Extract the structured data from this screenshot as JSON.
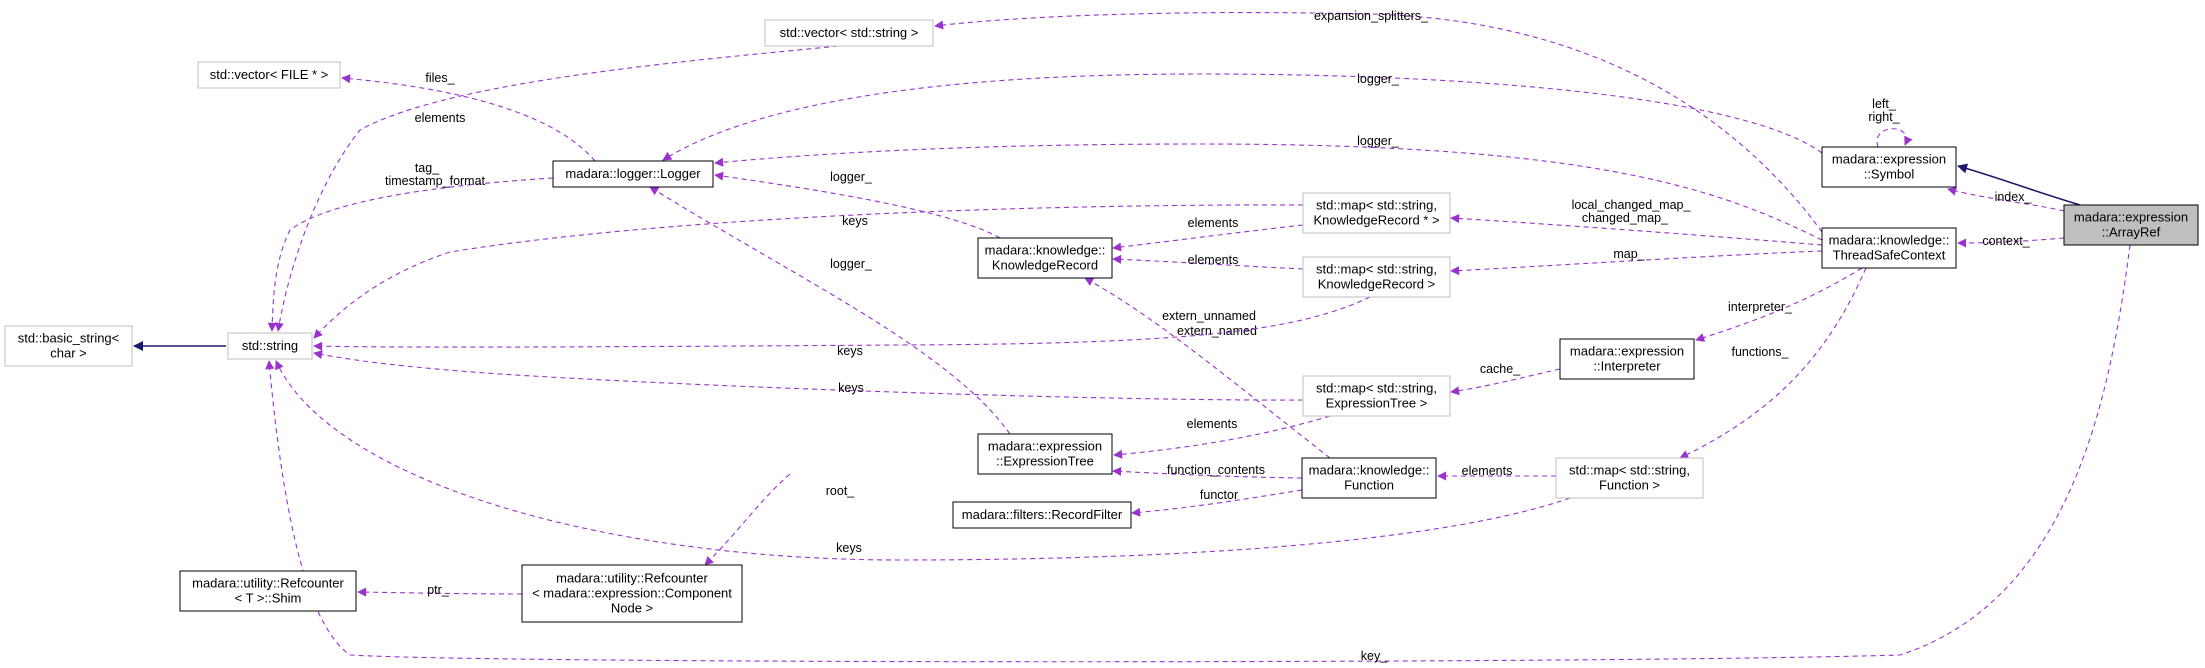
{
  "colors": {
    "inherit": "#191970",
    "usage": "#9a32cd",
    "border_dark": "#000000",
    "border_light": "#bfbfbf",
    "focus_fill": "#bfbfbf",
    "background": "#ffffff"
  },
  "nodes": [
    {
      "id": "arrayref",
      "lines": [
        "madara::expression",
        "::ArrayRef"
      ],
      "style": "focus"
    },
    {
      "id": "symbol",
      "lines": [
        "madara::expression",
        "::Symbol"
      ],
      "style": "dark"
    },
    {
      "id": "tsc",
      "lines": [
        "madara::knowledge::",
        "ThreadSafeContext"
      ],
      "style": "dark"
    },
    {
      "id": "vecstring",
      "lines": [
        "std::vector< std::string >"
      ],
      "style": "light"
    },
    {
      "id": "vecfile",
      "lines": [
        "std::vector< FILE * >"
      ],
      "style": "light"
    },
    {
      "id": "logger",
      "lines": [
        "madara::logger::Logger"
      ],
      "style": "dark"
    },
    {
      "id": "string",
      "lines": [
        "std::string"
      ],
      "style": "light"
    },
    {
      "id": "basicstring",
      "lines": [
        "std::basic_string<",
        "char >"
      ],
      "style": "light"
    },
    {
      "id": "knowrec",
      "lines": [
        "madara::knowledge::",
        "KnowledgeRecord"
      ],
      "style": "dark"
    },
    {
      "id": "mapkrp",
      "lines": [
        "std::map< std::string,",
        "KnowledgeRecord * >"
      ],
      "style": "light"
    },
    {
      "id": "mapkr",
      "lines": [
        "std::map< std::string,",
        "KnowledgeRecord >"
      ],
      "style": "light"
    },
    {
      "id": "interp",
      "lines": [
        "madara::expression",
        "::Interpreter"
      ],
      "style": "dark"
    },
    {
      "id": "mapet",
      "lines": [
        "std::map< std::string,",
        "ExpressionTree >"
      ],
      "style": "light"
    },
    {
      "id": "exprtree",
      "lines": [
        "madara::expression",
        "::ExpressionTree"
      ],
      "style": "dark"
    },
    {
      "id": "function",
      "lines": [
        "madara::knowledge::",
        "Function"
      ],
      "style": "dark"
    },
    {
      "id": "mapfn",
      "lines": [
        "std::map< std::string,",
        "Function >"
      ],
      "style": "light"
    },
    {
      "id": "recfilter",
      "lines": [
        "madara::filters::RecordFilter"
      ],
      "style": "dark"
    },
    {
      "id": "shim",
      "lines": [
        "madara::utility::Refcounter",
        "< T >::Shim"
      ],
      "style": "dark"
    },
    {
      "id": "refcounter",
      "lines": [
        "madara::utility::Refcounter",
        "< madara::expression::Component",
        "Node >"
      ],
      "style": "dark"
    }
  ],
  "edges": [
    {
      "id": "e-arrayref-symbol",
      "kind": "inherit",
      "labels": []
    },
    {
      "id": "e-string-basicstring",
      "kind": "inherit",
      "labels": []
    },
    {
      "id": "e-symbol-arrayref",
      "kind": "usage",
      "labels": [
        "index_"
      ]
    },
    {
      "id": "e-tsc-arrayref",
      "kind": "usage",
      "labels": [
        "context_"
      ]
    },
    {
      "id": "e-symbol-self",
      "kind": "usage",
      "labels": [
        "left_",
        "right_"
      ]
    },
    {
      "id": "e-vecstring-tsc",
      "kind": "usage",
      "labels": [
        "expansion_splitters_"
      ]
    },
    {
      "id": "e-logger-symbol",
      "kind": "usage",
      "labels": [
        "logger_"
      ]
    },
    {
      "id": "e-logger-tsc",
      "kind": "usage",
      "labels": [
        "logger_"
      ]
    },
    {
      "id": "e-vecfile-logger",
      "kind": "usage",
      "labels": [
        "files_"
      ]
    },
    {
      "id": "e-string-vecstring",
      "kind": "usage",
      "labels": [
        "elements"
      ]
    },
    {
      "id": "e-string-logger",
      "kind": "usage",
      "labels": [
        "tag_",
        "timestamp_format"
      ]
    },
    {
      "id": "e-logger-knowrec",
      "kind": "usage",
      "labels": [
        "logger_"
      ]
    },
    {
      "id": "e-logger-exprtree",
      "kind": "usage",
      "labels": [
        "logger_"
      ]
    },
    {
      "id": "e-string-mapkrp",
      "kind": "usage",
      "labels": [
        "keys"
      ]
    },
    {
      "id": "e-knowrec-mapkrp",
      "kind": "usage",
      "labels": [
        "elements"
      ]
    },
    {
      "id": "e-knowrec-mapkr",
      "kind": "usage",
      "labels": [
        "elements"
      ]
    },
    {
      "id": "e-mapkrp-tsc",
      "kind": "usage",
      "labels": [
        "local_changed_map_",
        "changed_map_"
      ]
    },
    {
      "id": "e-mapkr-tsc",
      "kind": "usage",
      "labels": [
        "map_"
      ]
    },
    {
      "id": "e-knowrec-function",
      "kind": "usage",
      "labels": [
        "extern_unnamed",
        "extern_named"
      ]
    },
    {
      "id": "e-string-mapkr",
      "kind": "usage",
      "labels": [
        "keys"
      ]
    },
    {
      "id": "e-interp-tsc",
      "kind": "usage",
      "labels": [
        "interpreter_"
      ]
    },
    {
      "id": "e-mapet-interp",
      "kind": "usage",
      "labels": [
        "cache_"
      ]
    },
    {
      "id": "e-string-mapet",
      "kind": "usage",
      "labels": [
        "keys"
      ]
    },
    {
      "id": "e-exprtree-mapet",
      "kind": "usage",
      "labels": [
        "elements"
      ]
    },
    {
      "id": "e-mapfn-tsc",
      "kind": "usage",
      "labels": [
        "functions_"
      ]
    },
    {
      "id": "e-exprtree-function",
      "kind": "usage",
      "labels": [
        "function_contents"
      ]
    },
    {
      "id": "e-function-mapfn",
      "kind": "usage",
      "labels": [
        "elements"
      ]
    },
    {
      "id": "e-recfilter-function",
      "kind": "usage",
      "labels": [
        "functor"
      ]
    },
    {
      "id": "e-string-mapfn",
      "kind": "usage",
      "labels": [
        "keys"
      ]
    },
    {
      "id": "e-refcounter-exprtree",
      "kind": "usage",
      "labels": [
        "root_"
      ]
    },
    {
      "id": "e-shim-refcounter",
      "kind": "usage",
      "labels": [
        "ptr_"
      ]
    },
    {
      "id": "e-string-arrayref",
      "kind": "usage",
      "labels": [
        "key_"
      ]
    }
  ]
}
